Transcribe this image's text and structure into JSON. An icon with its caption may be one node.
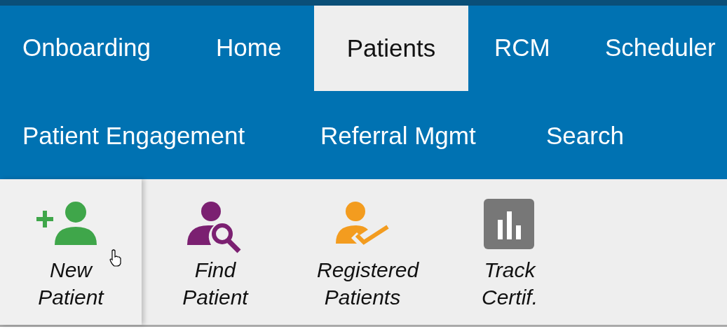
{
  "diagram": {
    "labels": [
      "Onboarding",
      "Home",
      "Patients",
      "RCM",
      "Scheduler",
      "Patient Engagement",
      "Referral Mgmt",
      "Search",
      "New Patient",
      "Find Patient",
      "Registered Patients",
      "Track Certif."
    ]
  }
}
